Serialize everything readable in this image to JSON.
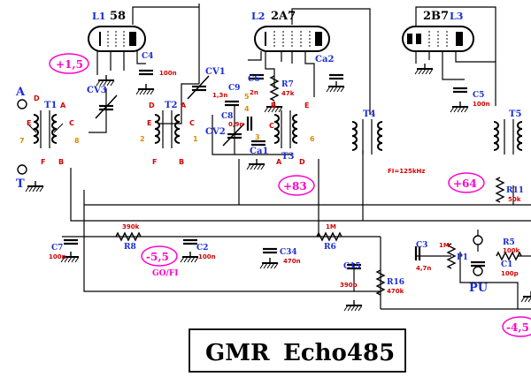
{
  "title": {
    "brand": "GMR",
    "model": "Echo485"
  },
  "tubes": [
    {
      "ref": "L1",
      "type": "58"
    },
    {
      "ref": "L2",
      "type": "2A7"
    },
    {
      "ref": "L3",
      "type": "2B7"
    }
  ],
  "voltages": [
    "+1,5",
    "+83",
    "+64",
    "-5,5",
    "-4,5"
  ],
  "capacitors": [
    {
      "ref": "C4",
      "value": "100n"
    },
    {
      "ref": "C6",
      "value": "2n"
    },
    {
      "ref": "C9",
      "value": "1,3n"
    },
    {
      "ref": "C8",
      "value": "0,9n"
    },
    {
      "ref": "C5",
      "value": "100n"
    },
    {
      "ref": "C7",
      "value": "100n"
    },
    {
      "ref": "C2",
      "value": "100n"
    },
    {
      "ref": "C34",
      "value": "470n"
    },
    {
      "ref": "C15",
      "value": "390p"
    },
    {
      "ref": "C3",
      "value": "4,7n"
    },
    {
      "ref": "C1",
      "value": "100p"
    }
  ],
  "resistors": [
    {
      "ref": "R7",
      "value": "47k"
    },
    {
      "ref": "R11",
      "value": "50k"
    },
    {
      "ref": "R8",
      "value": "390k"
    },
    {
      "ref": "R6",
      "value": "1M"
    },
    {
      "ref": "R16",
      "value": "470k"
    },
    {
      "ref": "R5",
      "value": "100k"
    },
    {
      "ref": "P1",
      "value": "1M"
    }
  ],
  "variable_caps": [
    "CV1",
    "CV2",
    "CV3",
    "Ca1",
    "Ca2"
  ],
  "transformers": [
    "T1",
    "T2",
    "T3",
    "T4",
    "T5"
  ],
  "if_note": "FI=125kHz",
  "go_fi": "GO/FI",
  "terminals": {
    "antenna": "A",
    "ground": "T",
    "pickup": "PU"
  },
  "coil_letters": {
    "a": "A",
    "b": "B",
    "c": "C",
    "d": "D",
    "e": "E",
    "f": "F"
  },
  "coil_numbers": {
    "n1": "1",
    "n2": "2",
    "n3": "3",
    "n4": "4",
    "n5": "5",
    "n6": "6",
    "n7": "7",
    "n8": "8"
  },
  "colors": {
    "ink": "#000000",
    "ref_labels": "#1a2bd6",
    "values": "#d40000",
    "pins": "#e08a00",
    "voltage_tags": "#ff00cc"
  }
}
